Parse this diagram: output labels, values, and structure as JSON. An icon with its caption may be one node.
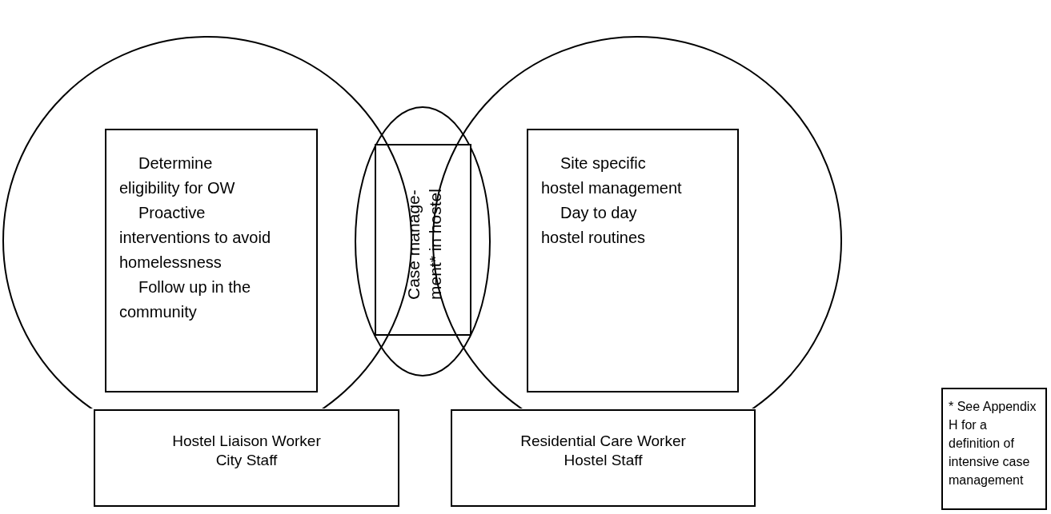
{
  "diagram": {
    "nodes": [
      {
        "text": [],
        "shape": "circle"
      },
      {
        "text": [
          "Determine eligibility for OW",
          "Proactive interventions to avoid homelessness",
          "Follow up in the community"
        ],
        "in": 0
      },
      {
        "text": [],
        "shape": "ellipse"
      },
      {
        "text": [
          "Case manage- ment* in hostel"
        ],
        "in": 2
      },
      {
        "text": [],
        "shape": "circle"
      },
      {
        "text": [
          "Site specific hostel management",
          "Day to day hostel routines"
        ],
        "in": 4
      },
      {
        "text": [
          "Hostel Liaison Worker",
          "City Staff"
        ]
      },
      {
        "text": [
          "Residential Care Worker",
          "Hostel Staff"
        ]
      },
      {
        "text": [
          "* See Appendix H for a definition of intensive case management"
        ]
      }
    ]
  }
}
